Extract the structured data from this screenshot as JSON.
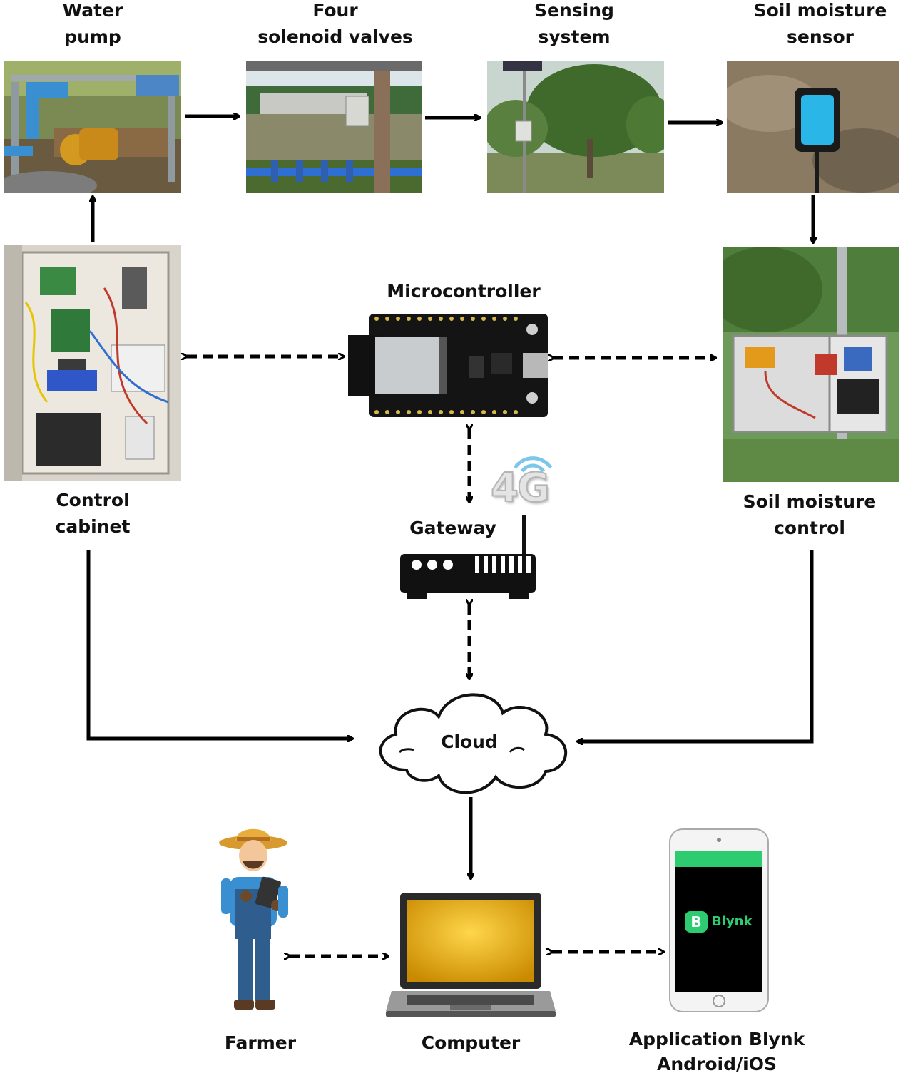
{
  "nodes": {
    "water_pump": [
      "Water",
      "pump"
    ],
    "solenoid_valves": [
      "Four",
      "solenoid valves"
    ],
    "sensing_system": [
      "Sensing",
      "system"
    ],
    "soil_moisture_sensor": [
      "Soil moisture",
      "sensor"
    ],
    "control_cabinet": [
      "Control",
      "cabinet"
    ],
    "microcontroller": "Microcontroller",
    "soil_moisture_control": [
      "Soil moisture",
      "control"
    ],
    "gateway": "Gateway",
    "network_badge": "4G",
    "cloud": "Cloud",
    "farmer": "Farmer",
    "computer": "Computer",
    "app": [
      "Application Blynk",
      "Android/iOS"
    ],
    "app_logo_letter": "B",
    "app_logo_name": "Blynk"
  },
  "colors": {
    "line": "#000000",
    "blynk_green": "#2ecc71",
    "laptop_screen": "#e8b100"
  }
}
